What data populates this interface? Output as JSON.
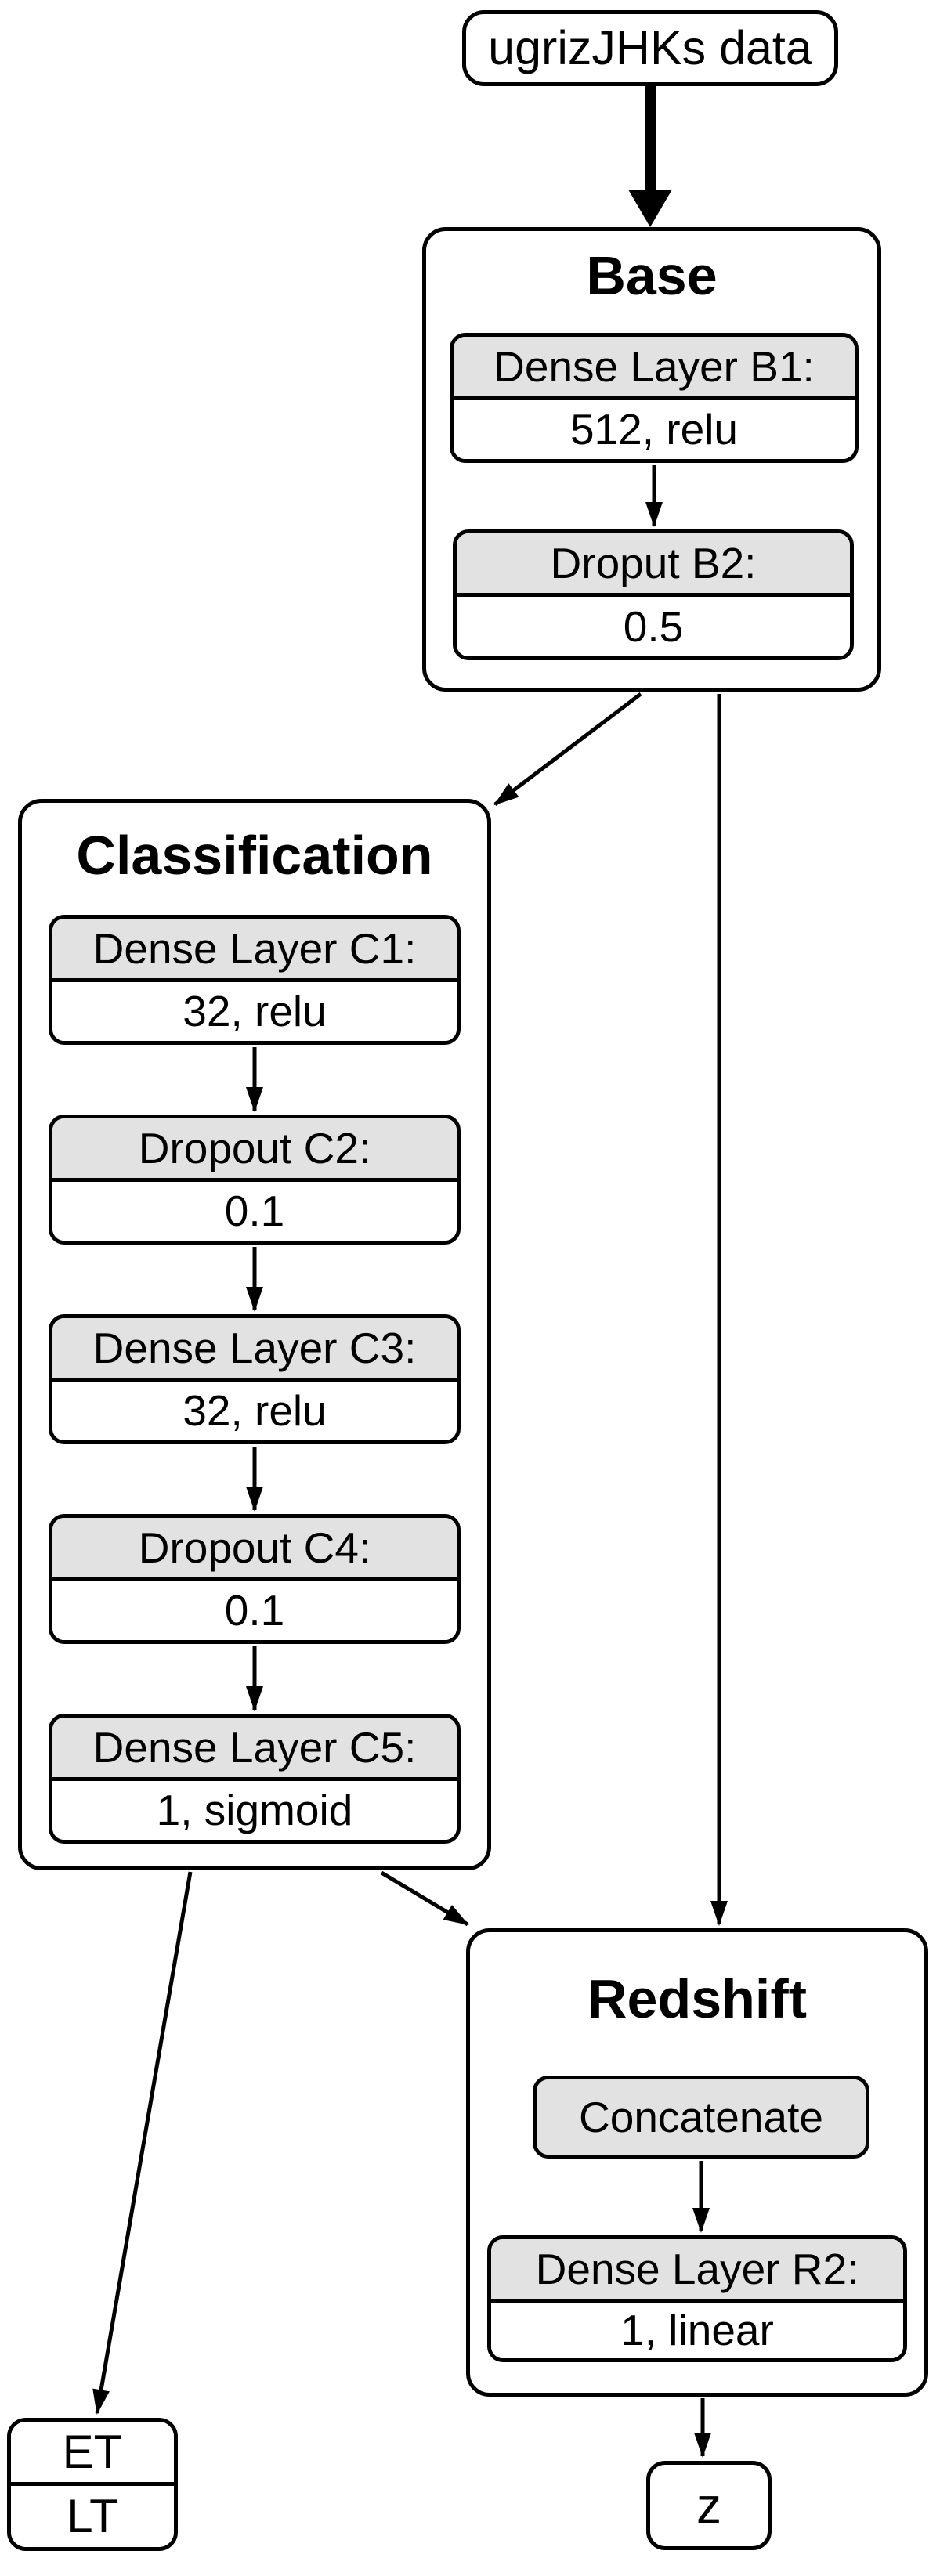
{
  "input_node": {
    "label": "ugrizJHKs data"
  },
  "groups": {
    "base": {
      "title": "Base",
      "layers": [
        {
          "name": "Dense Layer B1:",
          "value": "512, relu"
        },
        {
          "name": "Droput B2:",
          "value": "0.5"
        }
      ]
    },
    "classification": {
      "title": "Classification",
      "layers": [
        {
          "name": "Dense Layer C1:",
          "value": "32, relu"
        },
        {
          "name": "Dropout C2:",
          "value": "0.1"
        },
        {
          "name": "Dense Layer C3:",
          "value": "32, relu"
        },
        {
          "name": "Dropout C4:",
          "value": "0.1"
        },
        {
          "name": "Dense Layer C5:",
          "value": "1, sigmoid"
        }
      ]
    },
    "redshift": {
      "title": "Redshift",
      "layers": [
        {
          "name": "Concatenate",
          "value": null
        },
        {
          "name": "Dense Layer R2:",
          "value": "1, linear"
        }
      ]
    }
  },
  "output_nodes": {
    "classification_output": {
      "row1": "ET",
      "row2": "LT"
    },
    "redshift_output": {
      "label": "z"
    }
  },
  "edges": [
    {
      "from": "ugrizJHKs data",
      "to": "Base",
      "style": "bold"
    },
    {
      "from": "Dense Layer B1",
      "to": "Droput B2",
      "style": "normal"
    },
    {
      "from": "Base",
      "to": "Classification",
      "style": "normal"
    },
    {
      "from": "Base",
      "to": "Redshift",
      "style": "normal"
    },
    {
      "from": "Dense Layer C1",
      "to": "Dropout C2",
      "style": "normal"
    },
    {
      "from": "Dropout C2",
      "to": "Dense Layer C3",
      "style": "normal"
    },
    {
      "from": "Dense Layer C3",
      "to": "Dropout C4",
      "style": "normal"
    },
    {
      "from": "Dropout C4",
      "to": "Dense Layer C5",
      "style": "normal"
    },
    {
      "from": "Classification",
      "to": "ET/LT",
      "style": "normal"
    },
    {
      "from": "Classification",
      "to": "Redshift",
      "style": "normal"
    },
    {
      "from": "Concatenate",
      "to": "Dense Layer R2",
      "style": "normal"
    },
    {
      "from": "Redshift",
      "to": "z",
      "style": "normal"
    }
  ],
  "colors": {
    "stroke": "#000000",
    "node_header_fill": "#e2e2e2",
    "node_body_fill": "#ffffff",
    "background": "#ffffff"
  }
}
